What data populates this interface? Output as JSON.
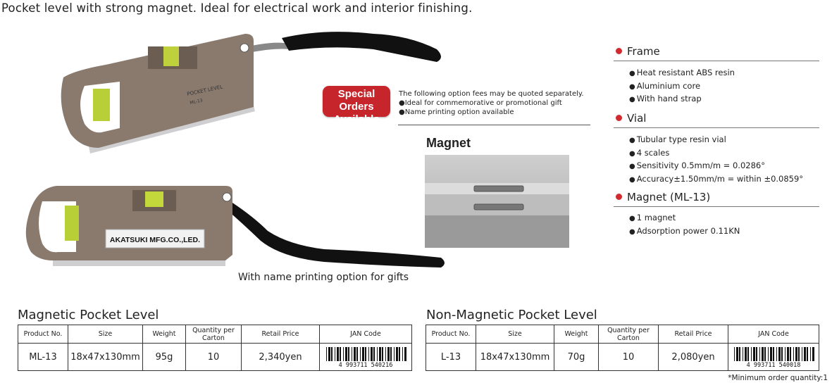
{
  "tagline": "Pocket level with strong magnet. Ideal for electrical work and interior finishing.",
  "photo_caption": "With name printing option for gifts",
  "level_label_1": "POCKET LEVEL",
  "level_label_2": "ML-13",
  "name_plate": "AKATSUKI MFG.CO.,LED.",
  "special_orders": {
    "badge_line1": "Special Orders",
    "badge_line2": "Available",
    "lines": [
      "The following option fees may be quoted separately.",
      "●Ideal for commemorative or promotional gift",
      "●Name printing option available"
    ]
  },
  "magnet_title": "Magnet",
  "specs": {
    "frame": {
      "title": "Frame",
      "items": [
        "Heat resistant ABS resin",
        "Aluminium core",
        "With hand strap"
      ]
    },
    "vial": {
      "title": "Vial",
      "items": [
        "Tubular type resin vial",
        "4 scales",
        "Sensitivity 0.5mm/m = 0.0286°",
        "Accuracy±1.50mm/m = within ±0.0859°"
      ]
    },
    "magnet": {
      "title": "Magnet (ML-13)",
      "items": [
        "1 magnet",
        "Adsorption power 0.11KN"
      ]
    }
  },
  "tables": {
    "headers": [
      "Product No.",
      "Size",
      "Weight",
      "Quantity per Carton",
      "Retail Price",
      "JAN Code"
    ],
    "magnetic": {
      "title": "Magnetic Pocket Level",
      "row": [
        "ML-13",
        "18x47x130mm",
        "95g",
        "10",
        "2,340yen"
      ],
      "jan": "4 993711 540216"
    },
    "non_magnetic": {
      "title": "Non-Magnetic Pocket Level",
      "row": [
        "L-13",
        "18x47x130mm",
        "70g",
        "10",
        "2,080yen"
      ],
      "jan": "4 993711 540018"
    }
  },
  "min_order": "*Minimum order quantity:1",
  "colors": {
    "accent_red": "#d12a2f",
    "badge_red": "#c6262b",
    "level_body": "#8a7a6e",
    "vial": "#c8de3a"
  }
}
